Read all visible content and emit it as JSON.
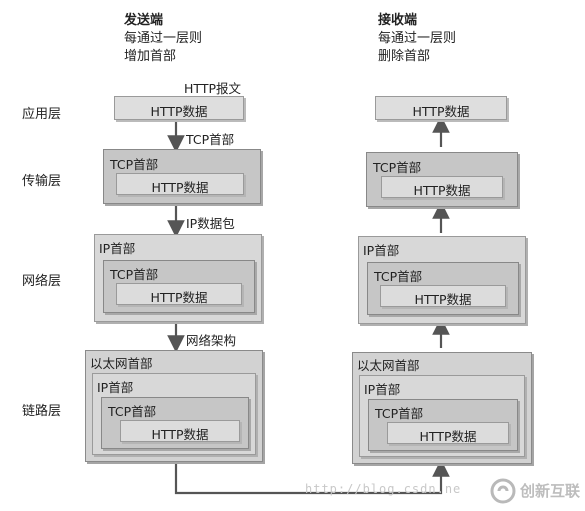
{
  "sender": {
    "title": "发送端",
    "line1": "每通过一层则",
    "line2": "增加首部"
  },
  "receiver": {
    "title": "接收端",
    "line1": "每通过一层则",
    "line2": "删除首部"
  },
  "layers": {
    "app": "应用层",
    "transport": "传输层",
    "network": "网络层",
    "link": "链路层"
  },
  "captions": {
    "http_msg": "HTTP报文",
    "tcp_hdr": "TCP首部",
    "ip_packet": "IP数据包",
    "net_frame": "网络架构"
  },
  "labels": {
    "http_data": "HTTP数据",
    "tcp_hdr": "TCP首部",
    "ip_hdr": "IP首部",
    "eth_hdr": "以太网首部"
  },
  "watermark": {
    "url": "http://blog.csdn.ne",
    "brand": "创新互联"
  }
}
